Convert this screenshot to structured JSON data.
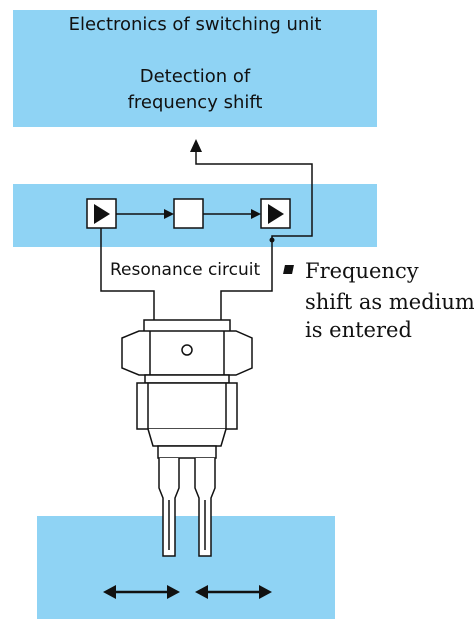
{
  "switching_unit": {
    "title": "Electronics of switching unit",
    "detection_line1": "Detection of",
    "detection_line2": "frequency shift"
  },
  "resonance_label": "Resonance circuit",
  "frequency_note": {
    "line1": "Frequency",
    "line2": "shift as medium",
    "line3": "is entered"
  },
  "colors": {
    "panel_fill": "#8fd3f4",
    "line": "#111111",
    "sensor_fill": "#ffffff"
  },
  "icons": {
    "amplifier_in": "triangle-right",
    "filter": "square",
    "amplifier_out": "triangle-right",
    "feedback_arrow": "arrow-up",
    "oscillation_arrows": "double-arrow"
  }
}
